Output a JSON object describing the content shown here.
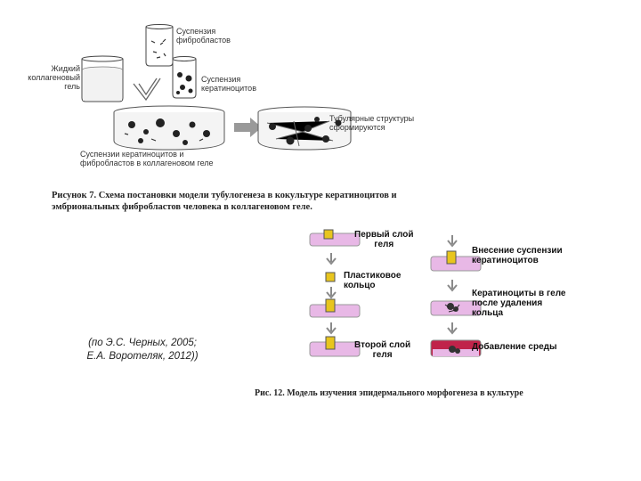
{
  "figure1": {
    "labels": {
      "liquid_gel": "Жидкий\nколлагеновый\nгель",
      "fibroblast_susp": "Суспензия\nфибробластов",
      "keratinocyte_susp": "Суспензия\nкератиноцитов",
      "cells_in_gel": "Суспензии кератиноцитов и\nфибробластов в коллагеновом геле",
      "tubular_structures": "Тубулярные структуры\nсформируются"
    },
    "caption_label": "Рисунок 7.",
    "caption_text": "Схема постановки модели тубулогенеза в кокультуре кератиноцитов и эмбриональных фибробластов человека в коллагеновом геле."
  },
  "credit": "(по Э.С. Черных, 2005;\nЕ.А. Воротеляк, 2012))",
  "figure2": {
    "labels": {
      "first_layer": "Первый слой\nгеля",
      "plastic_ring": "Пластиковое\nкольцо",
      "second_layer": "Второй слой\nгеля",
      "add_suspension": "Внесение суспензии\nкератиноцитов",
      "keratinocytes_in_gel": "Кератиноциты в геле\nпосле удаления\nкольца",
      "add_medium": "Добавление среды"
    },
    "caption": "Рис. 12. Модель изучения эпидермального морфогенеза в культуре"
  },
  "colors": {
    "gel_pink": "#e8b8e6",
    "ring_yellow": "#e8c51e",
    "medium_red": "#c0234a",
    "arrow_gray": "#8a8a8a"
  }
}
